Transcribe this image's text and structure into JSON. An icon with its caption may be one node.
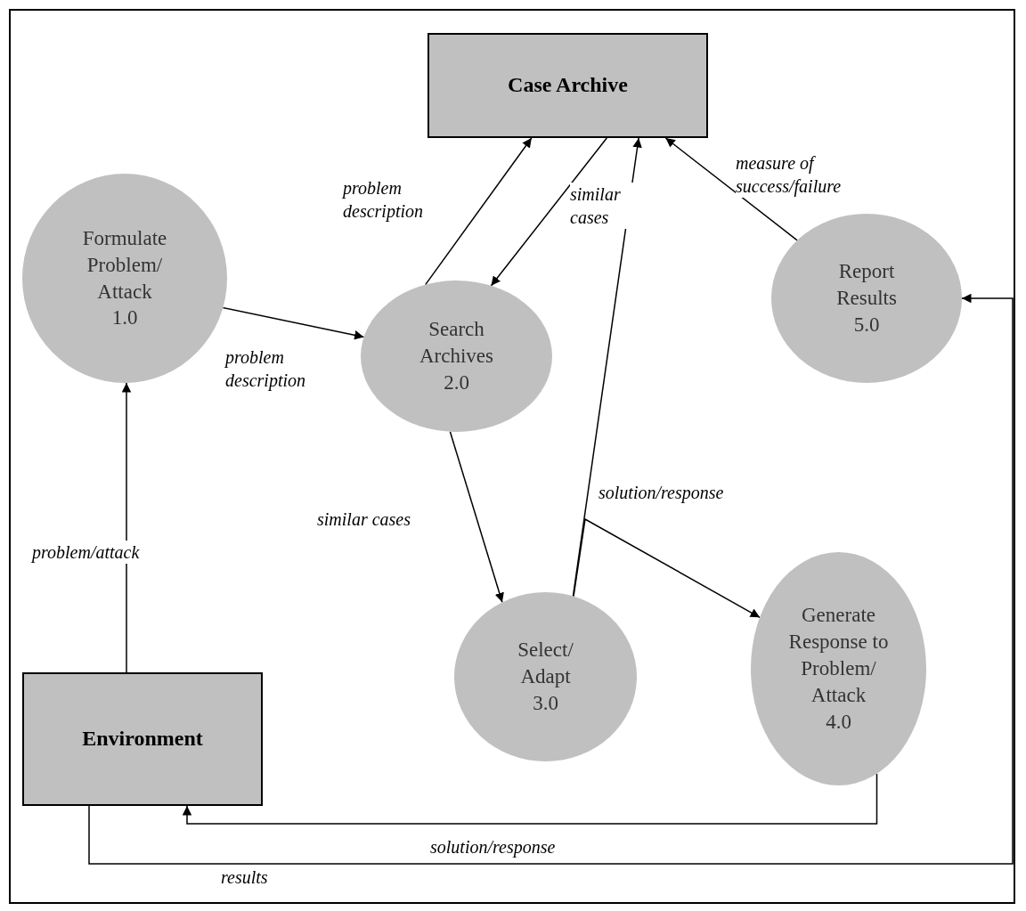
{
  "diagram": {
    "nodes": [
      {
        "text": [
          "Case Archive"
        ]
      },
      {
        "text": [
          "Formulate Problem/ Attack",
          "1.0"
        ]
      },
      {
        "text": [
          "Search Archives",
          "2.0"
        ]
      },
      {
        "text": [
          "Select/ Adapt",
          "3.0"
        ]
      },
      {
        "text": [
          "Generate Response to Problem/ Attack",
          "4.0"
        ]
      },
      {
        "text": [
          "Report Results",
          "5.0"
        ]
      },
      {
        "text": [
          "Environment"
        ]
      }
    ],
    "edges": [
      {
        "from": 1,
        "to": 2,
        "arrow": "to",
        "label": "problem description"
      },
      {
        "from": 2,
        "to": 0,
        "arrow": "to",
        "label": "problem description"
      },
      {
        "from": 0,
        "to": 2,
        "arrow": "to",
        "label": "similar cases"
      },
      {
        "from": 2,
        "to": 3,
        "arrow": "to",
        "label": "similar cases"
      },
      {
        "from": 3,
        "to": 0,
        "arrow": "to",
        "label": "solution/response"
      },
      {
        "from": 3,
        "to": 4,
        "arrow": "to"
      },
      {
        "from": 5,
        "to": 0,
        "arrow": "to",
        "label": "measure of success/failure"
      },
      {
        "from": 4,
        "to": 6,
        "arrow": "to",
        "label": "solution/response"
      },
      {
        "from": 6,
        "to": 5,
        "arrow": "to",
        "label": "results"
      },
      {
        "from": 6,
        "to": 1,
        "arrow": "to",
        "label": "problem/attack"
      }
    ]
  }
}
